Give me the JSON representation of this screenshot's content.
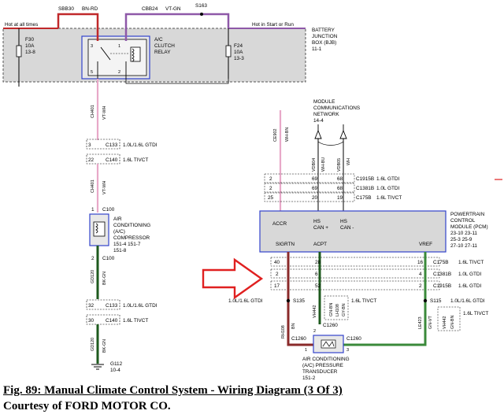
{
  "caption": {
    "title": "Fig. 89: Manual Climate Control System - Wiring Diagram (3 Of 3)",
    "credit": "Courtesy of FORD MOTOR CO."
  },
  "bjb": {
    "hot_at_all_times": "Hot at all times",
    "hot_in_start_run": "Hot in Start or Run",
    "name": [
      "BATTERY",
      "JUNCTION",
      "BOX (BJB)",
      "11-1"
    ],
    "fuse_left": [
      "F30",
      "10A",
      "13-8"
    ],
    "fuse_right": [
      "F24",
      "10A",
      "13-3"
    ],
    "relay": [
      "A/C",
      "CLUTCH",
      "RELAY"
    ],
    "pins": [
      "3",
      "1",
      "5",
      "2"
    ]
  },
  "top_circuits": {
    "left": {
      "code": "SBB30",
      "color": "BN-RD"
    },
    "right": {
      "code": "CBB24",
      "color": "VT-GN"
    },
    "splice": "S163"
  },
  "left_branch": {
    "wire_top": {
      "code": "CH401",
      "color": "VT-WH"
    },
    "c133": {
      "pin": "3",
      "conn": "C133",
      "variant": "1.0L/1.6L GTDI"
    },
    "c140": {
      "pin": "22",
      "conn": "C140",
      "variant": "1.6L TIVCT"
    },
    "wire_mid": {
      "code": "CH401",
      "color": "VT-WH"
    },
    "c100_top": {
      "pin": "1",
      "conn": "C100"
    },
    "compressor": [
      "AIR",
      "CONDITIONING",
      "(A/C)",
      "COMPRESSOR",
      "151-4  151-7",
      "151-8"
    ],
    "c100_bottom": {
      "pin": "2",
      "conn": "C100"
    },
    "wire_ground": {
      "code": "GD120",
      "color": "BK-GN"
    },
    "c133b": {
      "pin": "32",
      "conn": "C133",
      "variant": "1.0L/1.6L GTDI"
    },
    "c140b": {
      "pin": "30",
      "conn": "C140",
      "variant": "1.6L TIVCT"
    },
    "wire_ground2": {
      "code": "GD120",
      "color": "BK-GN"
    },
    "ground": [
      "G112",
      "10-4"
    ]
  },
  "network": {
    "label": [
      "MODULE",
      "COMMUNICATIONS",
      "NETWORK",
      "14-4"
    ],
    "wire_hs_plus": {
      "code": "VDB04",
      "color": "WH-BU"
    },
    "wire_hs_minus": {
      "code": "VDB05",
      "color": "WH"
    },
    "wire_accr": {
      "code": "CE902",
      "color": "WH-BN"
    }
  },
  "pcm_top_connectors": [
    {
      "pins": [
        "2",
        "69",
        "68"
      ],
      "conn": "C1915B",
      "variant": "1.6L GTDI"
    },
    {
      "pins": [
        "2",
        "69",
        "68"
      ],
      "conn": "C1381B",
      "variant": "1.0L GTDI"
    },
    {
      "pins": [
        "25",
        "20",
        "19"
      ],
      "conn": "C175B",
      "variant": "1.6L TIVCT"
    }
  ],
  "pcm": {
    "name": [
      "POWERTRAIN",
      "CONTROL",
      "MODULE (PCM)",
      "23-10  23-11",
      "25-3    25-9",
      "27-10  27-11"
    ],
    "accr": "ACCR",
    "hs_plus": [
      "HS",
      "CAN +"
    ],
    "hs_minus": [
      "HS",
      "CAN -"
    ],
    "sigrtn": "SIGRTN",
    "acpt": "ACPT",
    "vref": "VREF"
  },
  "pcm_bottom_connectors": [
    {
      "pins": [
        "40",
        "28",
        "16"
      ],
      "conn": "C175B",
      "variant": "1.6L TIVCT"
    },
    {
      "pins": [
        "2",
        "6",
        "4"
      ],
      "conn": "C1381B",
      "variant": "1.0L GTDI"
    },
    {
      "pins": [
        "17",
        "52",
        "2"
      ],
      "conn": "C1915B",
      "variant": "1.6L GTDI"
    }
  ],
  "splices": {
    "s135": {
      "label": "S135",
      "variant": "1.0L/1.6L GTDI"
    },
    "s115": {
      "label": "S115",
      "variant": "1.0L/1.6L GTDI"
    },
    "mid_variant": "1.6L TIVCT",
    "right_variant": "1.6L TIVCT"
  },
  "lower_wires": {
    "rh108": {
      "code": "RH108",
      "color": "BN"
    },
    "vh442": {
      "code": "VH442",
      "color": "GN-BN"
    },
    "lh108": {
      "code": "LH108",
      "color": "GY-BN"
    },
    "le423": {
      "code": "LE423",
      "color": "GN-VT"
    },
    "vh442b": {
      "code": "VH442",
      "color": "GN-BN"
    }
  },
  "transducer": {
    "conn_left": "C1260",
    "conn_top": "C1260",
    "conn_right": "C1260",
    "pins": [
      "1",
      "2",
      "3"
    ],
    "label": [
      "AIR CONDITIONING",
      "(A/C) PRESSURE",
      "TRANSDUCER",
      "151-2"
    ]
  },
  "colors": {
    "bn_rd": "#c0282a",
    "vt_gn": "#8e58a8",
    "wh_pink": "#e8a8c8",
    "bk_gn": "#1e5a1e",
    "green": "#3a8a3a",
    "brown": "#8a2a2a",
    "box_fill": "#d8d8d8",
    "box_blue": "#3344cc",
    "arrow_red": "#e02020"
  }
}
